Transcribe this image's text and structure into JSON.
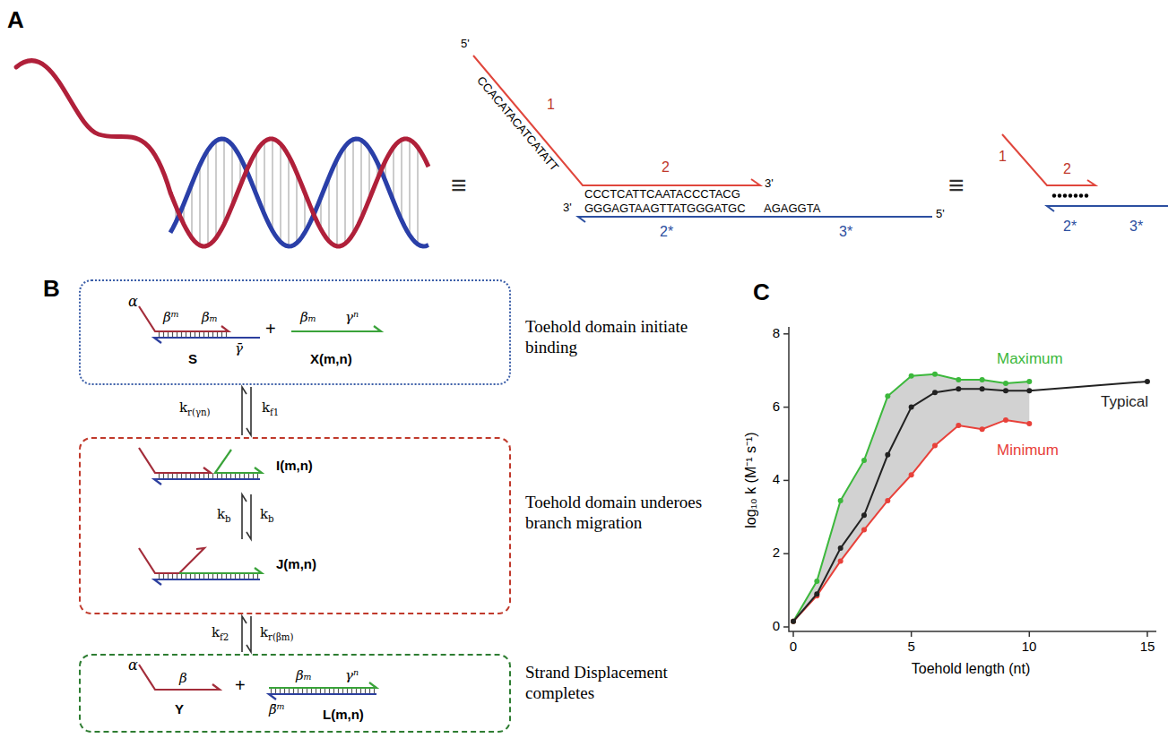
{
  "diagram": {
    "nodes": [
      {
        "text": [
          "Toehold domain initiate binding"
        ]
      },
      {
        "text": [
          "Toehold domain underoes branch migration"
        ]
      },
      {
        "text": [
          "Strand Displacement completes"
        ]
      }
    ],
    "edges": [
      {
        "from": 0,
        "to": 1,
        "arrow": "both"
      },
      {
        "from": 1,
        "to": 2,
        "arrow": "both"
      }
    ],
    "labels": [
      "A",
      "B",
      "C",
      "≡",
      "5'",
      "1",
      "CCACATACATCATATT",
      "2",
      "CCCTCATTCAATACCCTACG",
      "3'",
      "3'",
      "GGGAGTAAGTTATGGGATGC",
      "AGAGGTA",
      "5'",
      "2*",
      "3*",
      "≡",
      "1",
      "2",
      "2*",
      "3*",
      "α",
      "βᵐ",
      "βₘ",
      "γ̄",
      "S",
      "+",
      "βₘ",
      "γⁿ",
      "X(m,n)",
      "kr(γn)",
      "kf1",
      "I(m,n)",
      "kb",
      "kb",
      "J(m,n)",
      "kf2",
      "kr(βm)",
      "α",
      "β",
      "Y",
      "+",
      "βₘ",
      "γⁿ",
      "β̄ᵐ",
      "L(m,n)",
      "8",
      "6",
      "4",
      "2",
      "0",
      "0",
      "5",
      "10",
      "15",
      "log₁₀ k (M⁻¹ s⁻¹)",
      "Toehold length (nt)",
      "Maximum",
      "Typical",
      "Minimum"
    ]
  }
}
